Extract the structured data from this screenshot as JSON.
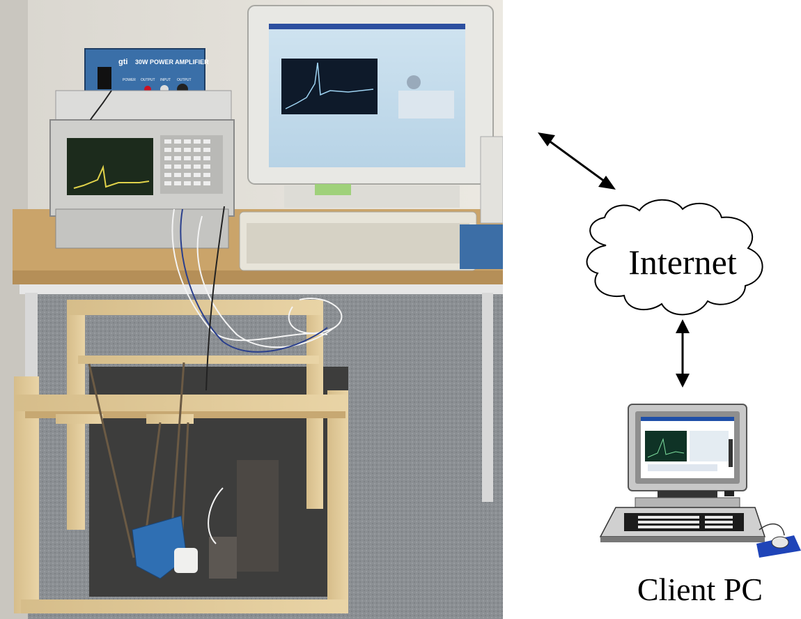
{
  "photo": {
    "amplifier_brand": "gti",
    "amplifier_title": "30W POWER AMPLIFIER",
    "amplifier_labels": [
      "POWER",
      "OUTPUT",
      "INPUT",
      "OUTPUT"
    ]
  },
  "diagram": {
    "cloud_label": "Internet",
    "client_label": "Client PC"
  }
}
